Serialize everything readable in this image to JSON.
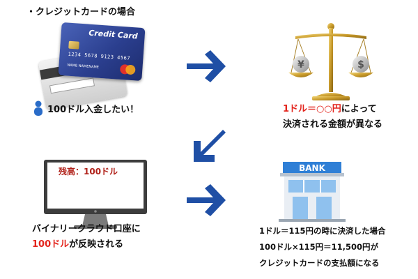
{
  "header": {
    "title": "・クレジットカードの場合"
  },
  "card": {
    "brand": "Credit Card",
    "number": "1234 5678 9123 4567",
    "holder": "NAME NAMENAME"
  },
  "user": {
    "text": "100ドル入金したい！"
  },
  "scale": {
    "line1_red": "1ドル＝○○円",
    "line1_rest": "によって",
    "line2": "決済される金額が異なる"
  },
  "monitor": {
    "screen_label": "残高：100ドル",
    "line1": "バイナリークラウド口座に",
    "line2_red": "100ドル",
    "line2_rest": "が反映される"
  },
  "bank": {
    "sign": "BANK",
    "line1": "1ドル＝115円の時に決済した場合",
    "line2": "100ドル×115円＝11,500円が",
    "line3": "クレジットカードの支払額になる"
  },
  "colors": {
    "arrow": "#1f4fa5",
    "highlight": "#e3241c",
    "bank_blue": "#2f7fd6",
    "gold": "#c89a2a"
  }
}
